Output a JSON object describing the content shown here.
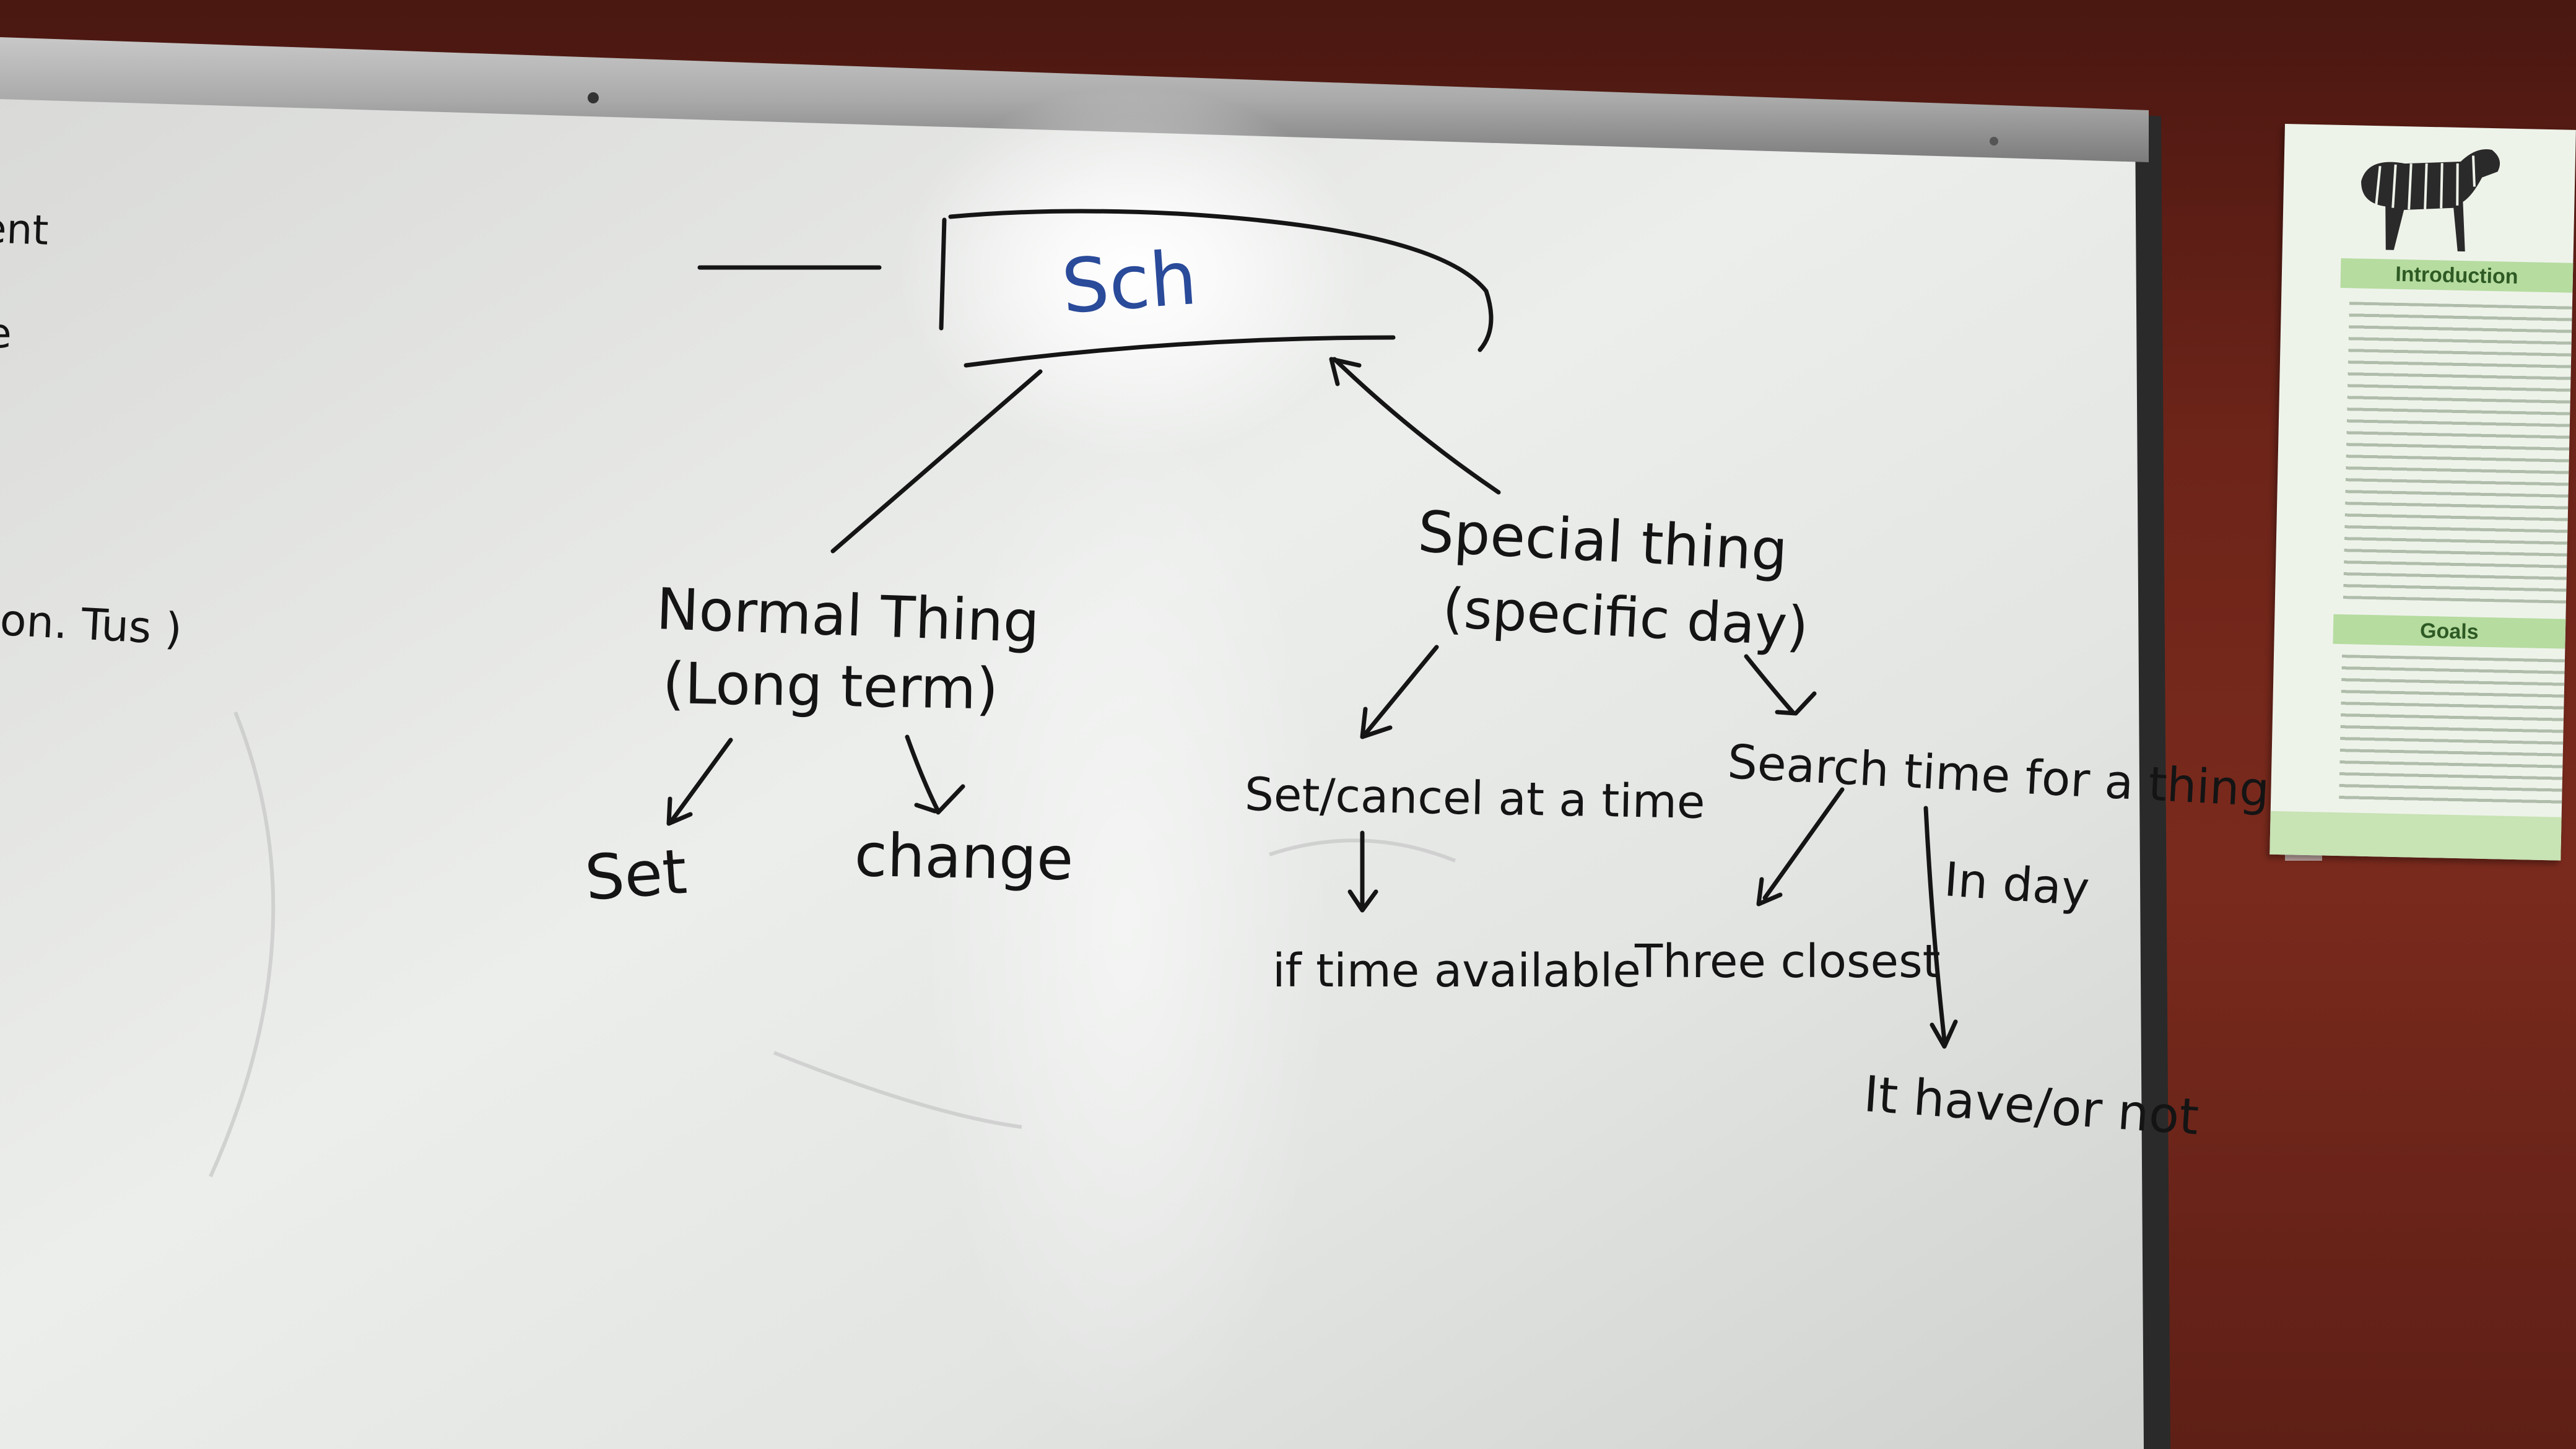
{
  "whiteboard": {
    "left_edge": [
      "ent",
      "e",
      "on. Tus )"
    ],
    "root": "Sch",
    "normal_branch": {
      "title": "Normal Thing",
      "subtitle": "(Long term)",
      "children": [
        "Set",
        "change"
      ]
    },
    "special_branch": {
      "title": "Special thing",
      "subtitle": "(specific day)",
      "set_cancel": "Set/cancel at a time",
      "if_time": "if time available",
      "search": "Search time for a thing",
      "closest": "Three closest",
      "in_day": "In day",
      "if_have": "It have/or not"
    }
  },
  "poster": {
    "section_1": "Introduction",
    "section_2": "Goals"
  },
  "colors": {
    "wall": "#6b2219",
    "board": "#e6e7e5",
    "marker_black": "#141414",
    "marker_blue": "#2a4a9a",
    "poster_header": "#b6dca0"
  }
}
